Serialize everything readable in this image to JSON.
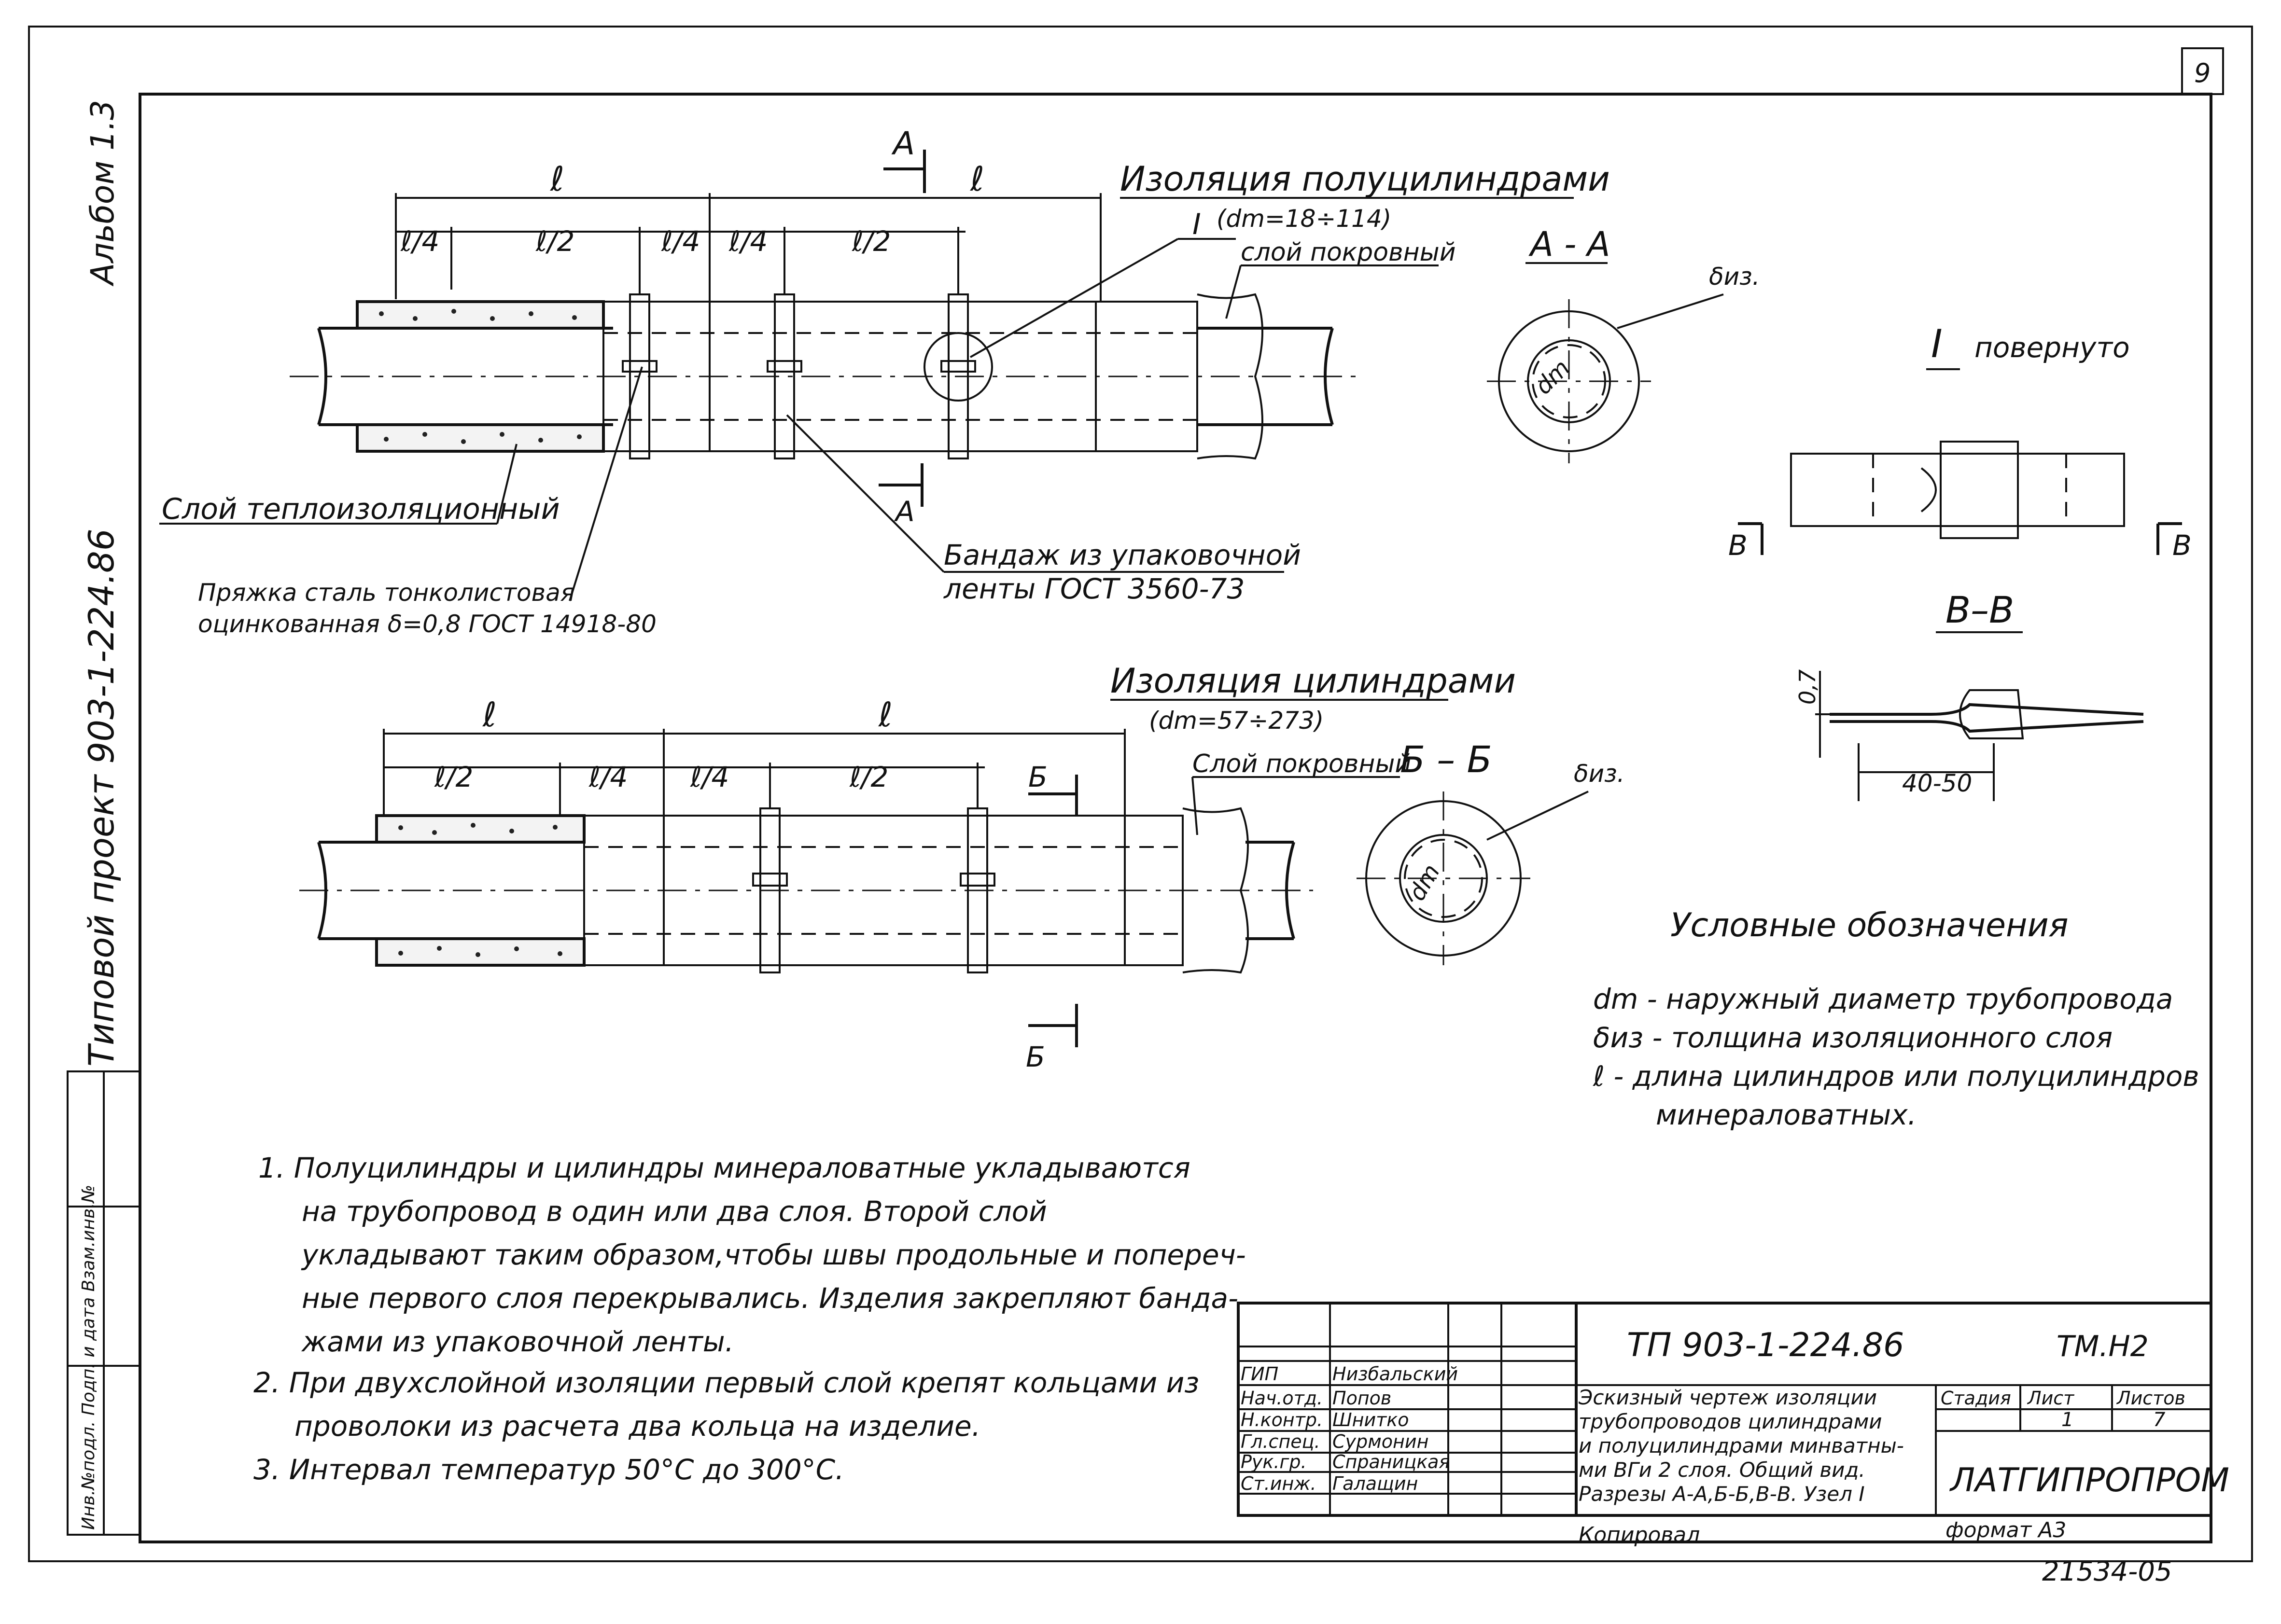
{
  "sheet": {
    "page_number": "9",
    "album": "Альбом 1.3",
    "project": "Типовой проект 903-1-224.86",
    "margin_stamp": "Инв.№подл. Подп. и дата Взам.инв.№"
  },
  "view1": {
    "title": "Изоляция полуцилиндрами",
    "range": "(dm=18÷114)",
    "dims": [
      "ℓ",
      "ℓ",
      "ℓ/4",
      "ℓ/2",
      "ℓ/4",
      "ℓ/4",
      "ℓ/2"
    ],
    "section_mark": "А",
    "node_mark": "I",
    "cover_layer": "слой покровный",
    "insulation_layer": "Слой теплоизоляционный",
    "buckle_1": "Пряжка сталь тонколистовая",
    "buckle_2": "оцинкованная δ=0,8 ГОСТ 14918-80",
    "band_1": "Бандаж из упаковочной",
    "band_2": "ленты ГОСТ 3560-73"
  },
  "view2": {
    "title": "Изоляция цилиндрами",
    "range": "(dm=57÷273)",
    "dims": [
      "ℓ",
      "ℓ",
      "ℓ/2",
      "ℓ/4",
      "ℓ/4",
      "ℓ/2"
    ],
    "section_mark": "Б",
    "cover_layer": "Слой покровный"
  },
  "sections": {
    "aa_title": "А - А",
    "bb_title": "Б – Б",
    "vv_title": "В–В",
    "thickness": "δиз.",
    "dm": "dm",
    "node_title": "повернуто",
    "node_numeral": "I",
    "vv_mark": "В",
    "dim_07": "0,7",
    "dim_4050": "40-50"
  },
  "legend": {
    "title": "Условные обозначения",
    "items": [
      "dm - наружный диаметр трубопровода",
      "δиз - толщина изоляционного слоя",
      "ℓ  - длина цилиндров или полуцилиндров",
      "минераловатных."
    ]
  },
  "notes": [
    "1. Полуцилиндры и цилиндры минераловатные укладываются",
    "на трубопровод в один или два слоя. Второй слой",
    "укладывают таким образом,чтобы швы продольные и попереч-",
    "ные первого слоя перекрывались. Изделия закрепляют банда-",
    "жами из упаковочной ленты.",
    "2. При двухслойной изоляции первый слой крепят кольцами из",
    "проволоки из расчета два кольца на изделие.",
    "3. Интервал температур 50°С до 300°С."
  ],
  "title_block": {
    "doc_code": "ТП 903-1-224.86",
    "mark": "ТМ.Н2",
    "roles": [
      "ГИП",
      "Нач.отд.",
      "Н.контр.",
      "Гл.спец.",
      "Рук.гр.",
      "Ст.инж."
    ],
    "names": [
      "Низбальский",
      "Попов",
      "Шнитко",
      "Сурмонин",
      "Спраницкая",
      "Галащин"
    ],
    "description": [
      "Эскизный чертеж изоляции",
      "трубопроводов цилиндрами",
      "и полуцилиндрами минватны-",
      "ми ВГи 2 слоя. Общий вид.",
      "Разрезы А-А,Б-Б,В-В. Узел I"
    ],
    "stage_label": "Стадия",
    "sheet_label": "Лист",
    "sheets_label": "Листов",
    "sheet_value": "1",
    "sheets_value": "7",
    "organization": "ЛАТГИПРОПРОМ",
    "copied": "Копировал",
    "format": "формат А3",
    "archive_no": "21534-05"
  }
}
